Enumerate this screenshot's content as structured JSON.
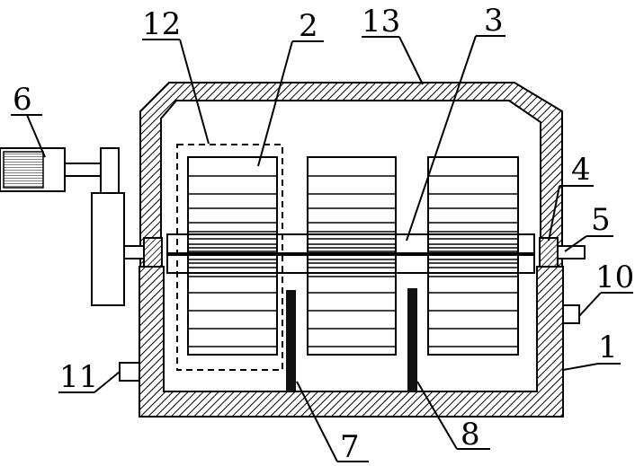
{
  "labels": {
    "l1": "1",
    "l2": "2",
    "l3": "3",
    "l4": "4",
    "l5": "5",
    "l6": "6",
    "l7": "7",
    "l8": "8",
    "l10": "10",
    "l11": "11",
    "l12": "12",
    "l13": "13"
  },
  "colors": {
    "line": "#000000",
    "background": "#ffffff",
    "bar": "#111111"
  }
}
